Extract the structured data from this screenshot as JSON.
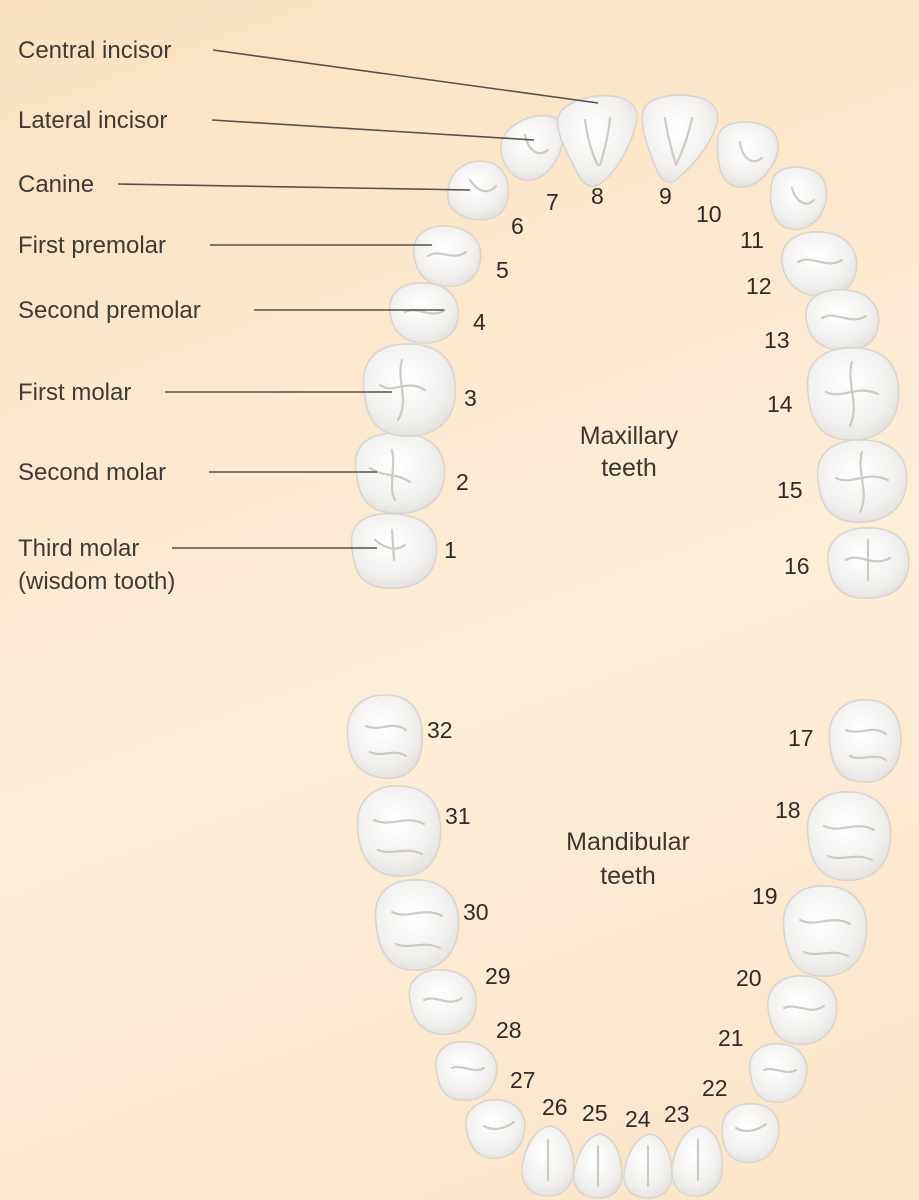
{
  "labels": {
    "central_incisor": "Central incisor",
    "lateral_incisor": "Lateral incisor",
    "canine": "Canine",
    "first_premolar": "First premolar",
    "second_premolar": "Second premolar",
    "first_molar": "First molar",
    "second_molar": "Second molar",
    "third_molar": "Third molar",
    "third_molar_note": "(wisdom tooth)"
  },
  "arch_titles": {
    "maxillary_line1": "Maxillary",
    "maxillary_line2": "teeth",
    "mandibular_line1": "Mandibular",
    "mandibular_line2": "teeth"
  },
  "tooth_numbers": {
    "t1": "1",
    "t2": "2",
    "t3": "3",
    "t4": "4",
    "t5": "5",
    "t6": "6",
    "t7": "7",
    "t8": "8",
    "t9": "9",
    "t10": "10",
    "t11": "11",
    "t12": "12",
    "t13": "13",
    "t14": "14",
    "t15": "15",
    "t16": "16",
    "t17": "17",
    "t18": "18",
    "t19": "19",
    "t20": "20",
    "t21": "21",
    "t22": "22",
    "t23": "23",
    "t24": "24",
    "t25": "25",
    "t26": "26",
    "t27": "27",
    "t28": "28",
    "t29": "29",
    "t30": "30",
    "t31": "31",
    "t32": "32"
  },
  "colors": {
    "background": "#fbe6c9",
    "tooth": "#f4f4f4",
    "leader_line": "#555049",
    "text": "#3e3a36"
  }
}
